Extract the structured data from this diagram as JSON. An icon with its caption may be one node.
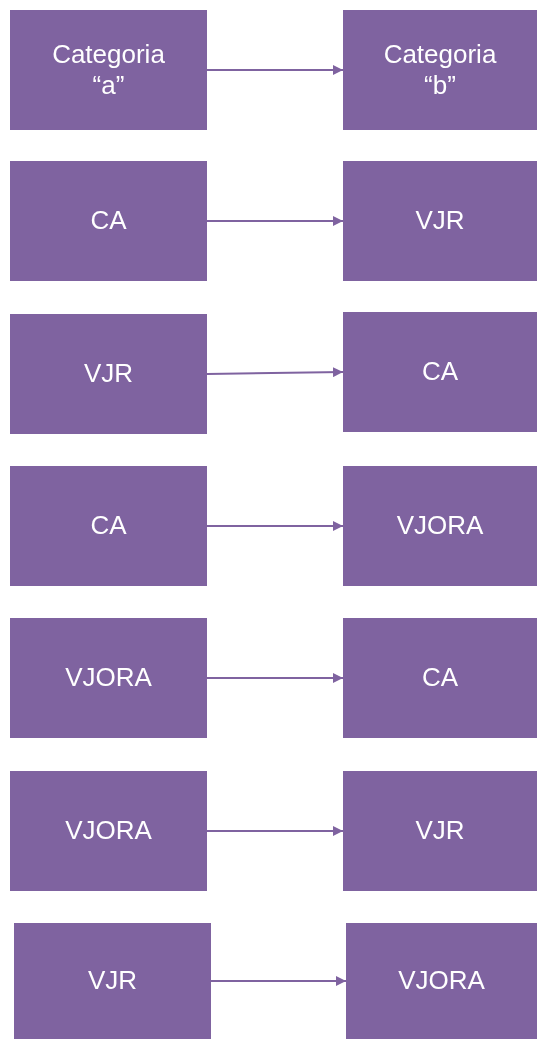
{
  "diagram": {
    "nodes": [
      {
        "text": [
          "Categoria “a”"
        ]
      },
      {
        "text": [
          "Categoria “b”"
        ]
      },
      {
        "text": [
          "CA"
        ]
      },
      {
        "text": [
          "VJR"
        ]
      },
      {
        "text": [
          "VJR"
        ]
      },
      {
        "text": [
          "CA"
        ]
      },
      {
        "text": [
          "CA"
        ]
      },
      {
        "text": [
          "VJORA"
        ]
      },
      {
        "text": [
          "VJORA"
        ]
      },
      {
        "text": [
          "CA"
        ]
      },
      {
        "text": [
          "VJORA"
        ]
      },
      {
        "text": [
          "VJR"
        ]
      },
      {
        "text": [
          "VJR"
        ]
      },
      {
        "text": [
          "VJORA"
        ]
      }
    ],
    "edges": [
      {
        "from": 0,
        "to": 1,
        "arrow": "to"
      },
      {
        "from": 2,
        "to": 3,
        "arrow": "to"
      },
      {
        "from": 4,
        "to": 5,
        "arrow": "to"
      },
      {
        "from": 6,
        "to": 7,
        "arrow": "to"
      },
      {
        "from": 8,
        "to": 9,
        "arrow": "to"
      },
      {
        "from": 10,
        "to": 11,
        "arrow": "to"
      },
      {
        "from": 12,
        "to": 13,
        "arrow": "to"
      }
    ]
  }
}
